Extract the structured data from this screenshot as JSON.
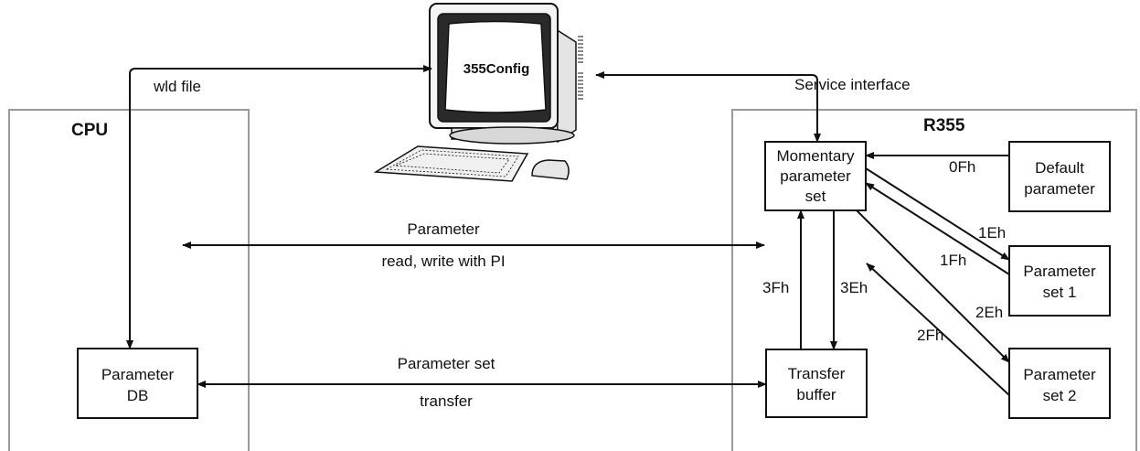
{
  "monitor": {
    "screen_label": "355Config"
  },
  "panels": {
    "cpu": {
      "title": "CPU"
    },
    "r355": {
      "title": "R355"
    }
  },
  "boxes": {
    "parameter_db": [
      "Parameter",
      "DB"
    ],
    "momentary": [
      "Momentary",
      "parameter",
      "set"
    ],
    "transfer_buffer": [
      "Transfer",
      "buffer"
    ],
    "default_parameter": [
      "Default",
      "parameter"
    ],
    "parameter_set_1": [
      "Parameter",
      "set 1"
    ],
    "parameter_set_2": [
      "Parameter",
      "set 2"
    ]
  },
  "labels": {
    "wld_file": "wld file",
    "service_interface": "Service interface",
    "parameter": "Parameter",
    "read_write": "read, write with PI",
    "parameter_set": "Parameter set",
    "transfer": "transfer",
    "code_0fh": "0Fh",
    "code_1eh": "1Eh",
    "code_1fh": "1Fh",
    "code_2eh": "2Eh",
    "code_2fh": "2Fh",
    "code_3fh": "3Fh",
    "code_3eh": "3Eh"
  },
  "colors": {
    "line": "#111111",
    "panel_border": "#9a9a9a",
    "monitor_case": "#f4f4f4",
    "screen_frame": "#2a2a2a",
    "screen": "#ffffff"
  },
  "icons": [
    "computer-monitor-icon",
    "keyboard-icon",
    "mouse-icon"
  ]
}
